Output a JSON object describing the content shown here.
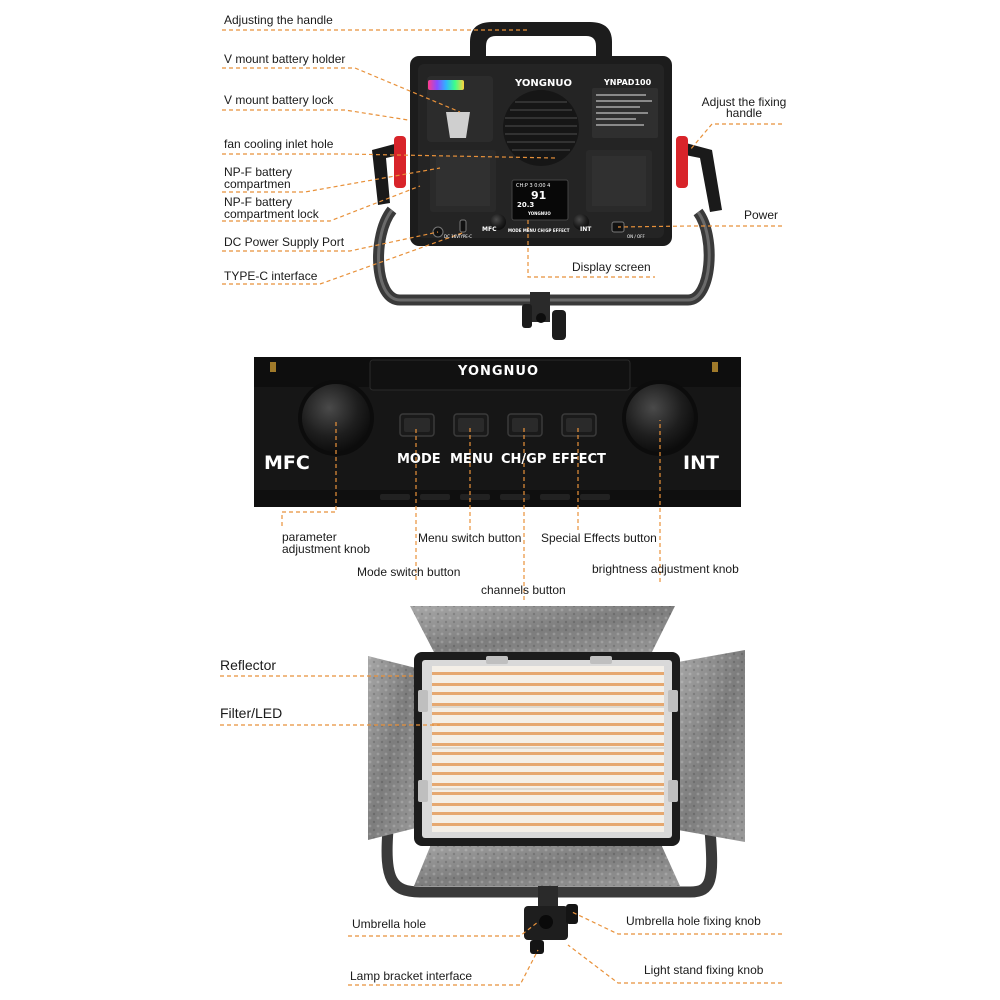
{
  "colors": {
    "leader_line": "#e8913a",
    "device_body": "#1c1c1c",
    "accent_red": "#d8242a",
    "panel_bg": "#161616",
    "led_warm": "#e6a870",
    "led_cold": "#f4efe7",
    "barndoor": "#8f8f8f"
  },
  "top_section": {
    "labels": {
      "adjusting_handle": "Adjusting the handle",
      "v_mount_holder": "V mount battery holder",
      "v_mount_lock": "V mount battery lock",
      "fan_inlet": "fan cooling inlet hole",
      "npf_compartment_1": "NP-F battery",
      "npf_compartment_2": "compartmen",
      "npf_lock_1": "NP-F battery",
      "npf_lock_2": "compartment lock",
      "dc_port": "DC Power Supply Port",
      "type_c": "TYPE-C interface",
      "adjust_fixing_1": "Adjust the fixing",
      "adjust_fixing_2": "handle",
      "power": "Power",
      "display_screen": "Display screen"
    },
    "device_text": {
      "brand": "YONGNUO",
      "model": "YNPAD100",
      "mfc_small": "MFC",
      "int_small": "INT",
      "buttons_small": "MODE  MENU  CH/GP  EFFECT",
      "screen_line_1": "CH:P 3 0:00 4",
      "screen_value": "91",
      "screen_line_3": "20.3",
      "screen_brand": "YONGNUO",
      "dc_text": "DC 16V",
      "typec_text": "TYPE-C",
      "power_text": "ON / OFF"
    }
  },
  "middle_section": {
    "panel": {
      "brand": "YONGNUO",
      "mfc": "MFC",
      "int": "INT",
      "buttons": [
        "MODE",
        "MENU",
        "CH/GP",
        "EFFECT"
      ]
    },
    "labels": {
      "param_knob_1": "parameter",
      "param_knob_2": "adjustment knob",
      "menu_button": "Menu switch button",
      "effects_button": "Special Effects button",
      "mode_button": "Mode switch button",
      "brightness_knob": "brightness adjustment knob",
      "channels_button": "channels button"
    }
  },
  "bottom_section": {
    "labels": {
      "reflector": "Reflector",
      "filter_led": "Filter/LED",
      "umbrella_hole": "Umbrella hole",
      "umbrella_knob": "Umbrella hole fixing knob",
      "lamp_bracket": "Lamp bracket interface",
      "stand_knob": "Light stand fixing knob"
    }
  }
}
